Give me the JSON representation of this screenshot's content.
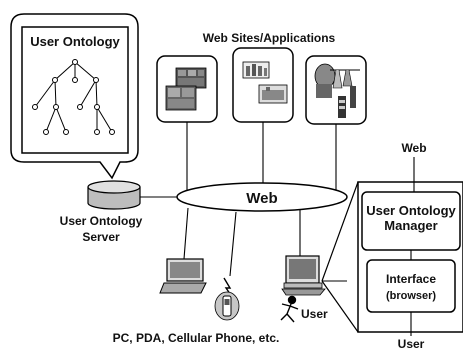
{
  "diagram": {
    "user_ontology_title": "User Ontology",
    "web_sites_title": "Web Sites/Applications",
    "web_center_label": "Web",
    "user_ontology_server_line1": "User Ontology",
    "user_ontology_server_line2": "Server",
    "devices_caption": "PC, PDA, Cellular Phone, etc.",
    "user_label": "User",
    "side_web_label": "Web",
    "manager_line1": "User Ontology",
    "manager_line2": "Manager",
    "interface_line1": "Interface",
    "interface_line2": "(browser)",
    "side_user_label": "User"
  },
  "colors": {
    "stroke": "#000000",
    "background": "#ffffff",
    "gray_fill": "#bdbdbd",
    "light_gray": "#d9d9d9"
  }
}
